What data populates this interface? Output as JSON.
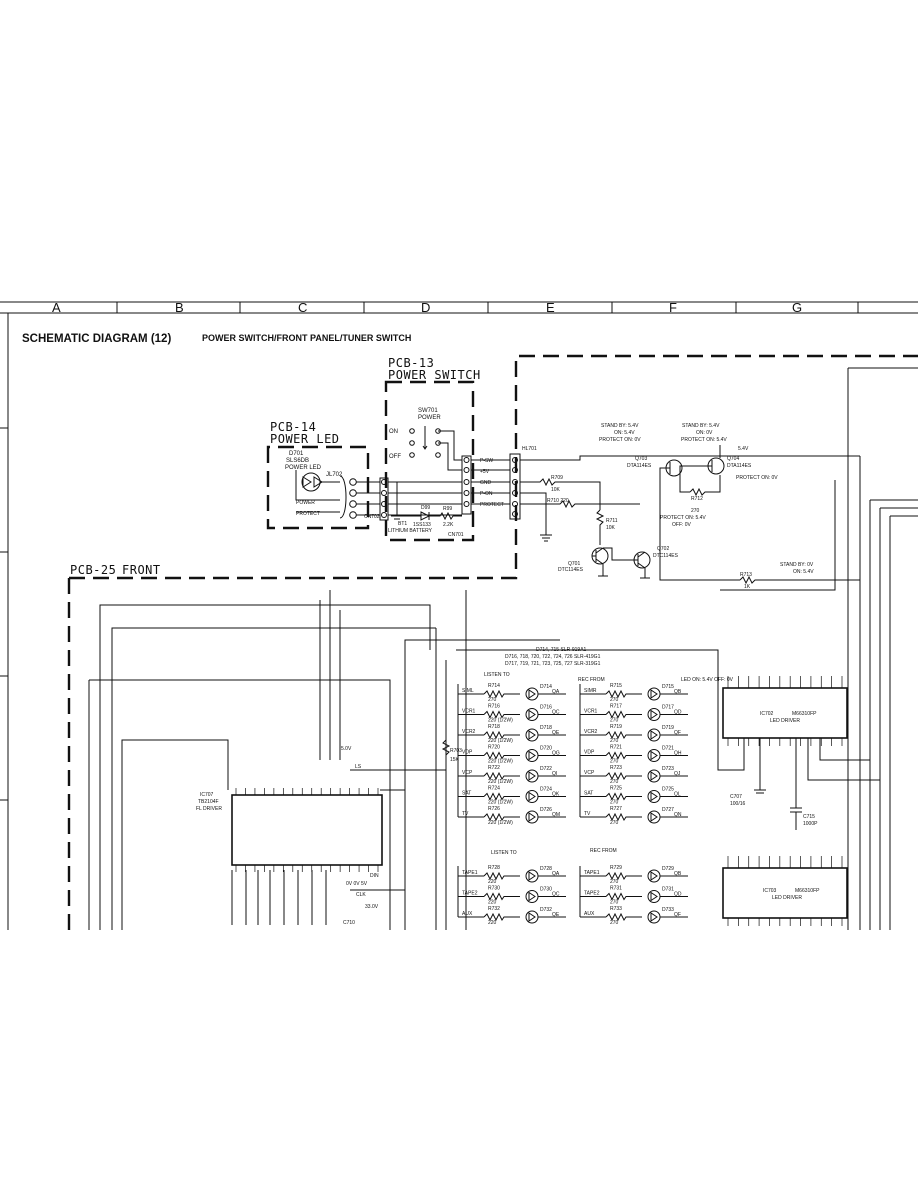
{
  "title": {
    "main": "SCHEMATIC DIAGRAM (12)",
    "sub": "POWER SWITCH/FRONT PANEL/TUNER SWITCH"
  },
  "grid_columns": [
    "A",
    "B",
    "C",
    "D",
    "E",
    "F",
    "G"
  ],
  "boards": {
    "pcb14": {
      "name": "PCB-14",
      "desc": "POWER LED"
    },
    "pcb13": {
      "name": "PCB-13",
      "desc": "POWER SWITCH"
    },
    "pcb25": {
      "name": "PCB-25",
      "desc": "FRONT"
    }
  },
  "power_led": {
    "ref": "D701",
    "part": "SLS6DB",
    "label": "POWER LED",
    "jumper": "JL702",
    "power": "POWER",
    "protect": "PROTECT",
    "connector": "CN702"
  },
  "power_switch": {
    "ref": "SW701",
    "label": "POWER",
    "on": "ON",
    "off": "OFF",
    "battery_ref": "BT1",
    "battery": "LITHIUM BATTERY",
    "diode_ref": "D99",
    "diode": "1SS133",
    "res_ref": "R99",
    "res": "2.2K",
    "connector": "CN701"
  },
  "harness": [
    "P-SW",
    "+5V",
    "GND",
    "P-ON",
    "PROTECT"
  ],
  "tuner_switch": {
    "connector": "HL701",
    "r709": "R709",
    "r709v": "10K",
    "r710": "R710 220",
    "r711": "R711",
    "r711v": "10K",
    "r712": "R712",
    "r712v": "270",
    "r713": "R713",
    "r713v": "1K",
    "q703": "Q703",
    "q703p": "DTA114ES",
    "q704": "Q704",
    "q704p": "DTA114ES",
    "q701": "Q701",
    "q701p": "DTC114ES",
    "q702": "Q702",
    "q702p": "DTC114ES",
    "standby1": "STAND BY: 5.4V",
    "on1": "ON: 5.4V",
    "protect1": "PROTECT ON: 0V",
    "standby2": "STAND BY: 5.4V",
    "on2": "ON: 0V",
    "protect2": "PROTECT ON: 5.4V",
    "v54": "5.4V",
    "protect3": "PROTECT ON: 0V",
    "protect4": "PROTECT ON: 5.4V",
    "off4": "OFF: 0V",
    "standby3": "STAND BY: 0V",
    "on3": "ON: 5.4V"
  },
  "fl_driver": {
    "ref": "IC707",
    "part": "TB2104F",
    "label": "FL DRIVER",
    "r": "R703",
    "rv": "15K",
    "v": "5.0V",
    "ls": "LS",
    "clk": "CLK",
    "din": "DIN",
    "c": "C710",
    "vnote": "0V 0V 5V",
    "v33": "33.0V"
  },
  "led_notes": {
    "d1": "D714, 715  SLR-919A1",
    "d2": "D716, 718, 720, 722, 724, 726  SLR-419G1",
    "d3": "D717, 719, 721, 723, 725, 727  SLR-319G1",
    "listen": "LISTEN TO",
    "rec": "REC FROM",
    "led_note": "LED ON: 5.4V OFF: 0V"
  },
  "listen_leds": [
    {
      "src": "SIML",
      "r": "R714",
      "rv": "270",
      "d": "D714",
      "net": "QA"
    },
    {
      "src": "VCR1",
      "r": "R716",
      "rv": "220 (1/2W)",
      "d": "D716",
      "net": "QC"
    },
    {
      "src": "VCR2",
      "r": "R718",
      "rv": "220 (1/2W)",
      "d": "D718",
      "net": "QE"
    },
    {
      "src": "VDP",
      "r": "R720",
      "rv": "220 (1/2W)",
      "d": "D720",
      "net": "QG"
    },
    {
      "src": "VCP",
      "r": "R722",
      "rv": "220 (1/2W)",
      "d": "D722",
      "net": "QI"
    },
    {
      "src": "SAT",
      "r": "R724",
      "rv": "220 (1/2W)",
      "d": "D724",
      "net": "QK"
    },
    {
      "src": "TV",
      "r": "R726",
      "rv": "220 (1/2W)",
      "d": "D726",
      "net": "QM"
    }
  ],
  "rec_leds": [
    {
      "src": "SIMR",
      "r": "R715",
      "rv": "270",
      "d": "D715",
      "net": "QB"
    },
    {
      "src": "VCR1",
      "r": "R717",
      "rv": "270",
      "d": "D717",
      "net": "QD"
    },
    {
      "src": "VCR2",
      "r": "R719",
      "rv": "270",
      "d": "D719",
      "net": "QF"
    },
    {
      "src": "VDP",
      "r": "R721",
      "rv": "270",
      "d": "D721",
      "net": "QH"
    },
    {
      "src": "VCP",
      "r": "R723",
      "rv": "270",
      "d": "D723",
      "net": "QJ"
    },
    {
      "src": "SAT",
      "r": "R725",
      "rv": "270",
      "d": "D725",
      "net": "QL"
    },
    {
      "src": "TV",
      "r": "R727",
      "rv": "270",
      "d": "D727",
      "net": "QN"
    }
  ],
  "listen_leds2": [
    {
      "src": "TAPE1",
      "r": "R728",
      "rv": "220",
      "d": "D728",
      "net": "QA"
    },
    {
      "src": "TAPE2",
      "r": "R730",
      "rv": "220",
      "d": "D730",
      "net": "QC"
    },
    {
      "src": "AUX",
      "r": "R732",
      "rv": "220",
      "d": "D732",
      "net": "QE"
    }
  ],
  "rec_leds2": [
    {
      "src": "TAPE1",
      "r": "R729",
      "rv": "270",
      "d": "D729",
      "net": "QB"
    },
    {
      "src": "TAPE2",
      "r": "R731",
      "rv": "270",
      "d": "D731",
      "net": "QD"
    },
    {
      "src": "AUX",
      "r": "R733",
      "rv": "270",
      "d": "D733",
      "net": "QF"
    }
  ],
  "led_driver1": {
    "ref": "IC702",
    "part": "M66310FP",
    "label": "LED DRIVER"
  },
  "led_driver2": {
    "ref": "IC703",
    "part": "M66310FP",
    "label": "LED DRIVER"
  },
  "caps": {
    "c707": "C707",
    "c707v": "100/16",
    "c715": "C715",
    "c715v": "1000P"
  }
}
